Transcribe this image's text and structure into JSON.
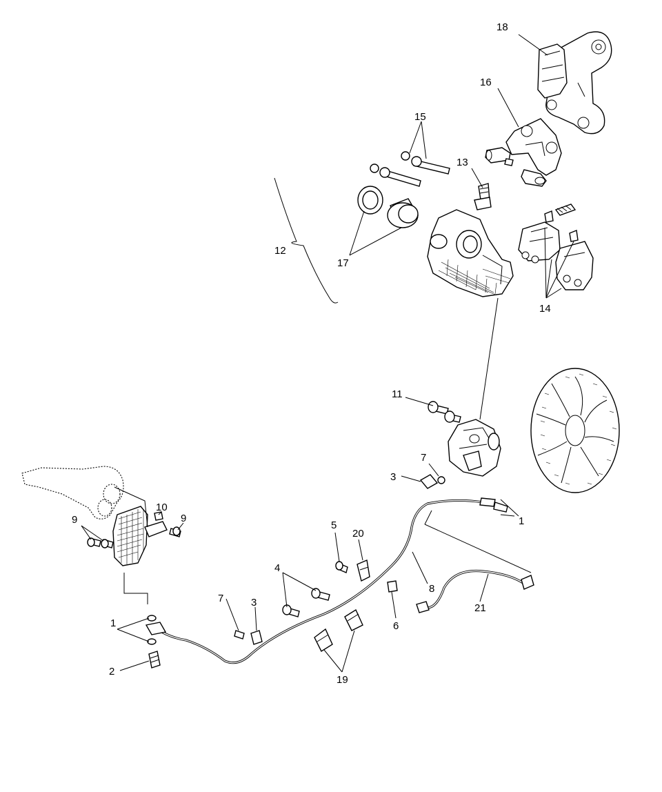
{
  "callouts": [
    {
      "id": "c18",
      "text": "18"
    },
    {
      "id": "c16",
      "text": "16"
    },
    {
      "id": "c15",
      "text": "15"
    },
    {
      "id": "c13",
      "text": "13"
    },
    {
      "id": "c12",
      "text": "12"
    },
    {
      "id": "c17",
      "text": "17"
    },
    {
      "id": "c14",
      "text": "14"
    },
    {
      "id": "c11",
      "text": "11"
    },
    {
      "id": "c7a",
      "text": "7"
    },
    {
      "id": "c3a",
      "text": "3"
    },
    {
      "id": "c1a",
      "text": "1"
    },
    {
      "id": "c10",
      "text": "10"
    },
    {
      "id": "c9a",
      "text": "9"
    },
    {
      "id": "c9b",
      "text": "9"
    },
    {
      "id": "c5",
      "text": "5"
    },
    {
      "id": "c20",
      "text": "20"
    },
    {
      "id": "c4",
      "text": "4"
    },
    {
      "id": "c8",
      "text": "8"
    },
    {
      "id": "c21",
      "text": "21"
    },
    {
      "id": "c7b",
      "text": "7"
    },
    {
      "id": "c3b",
      "text": "3"
    },
    {
      "id": "c6",
      "text": "6"
    },
    {
      "id": "c1b",
      "text": "1"
    },
    {
      "id": "c2",
      "text": "2"
    },
    {
      "id": "c19",
      "text": "19"
    }
  ]
}
